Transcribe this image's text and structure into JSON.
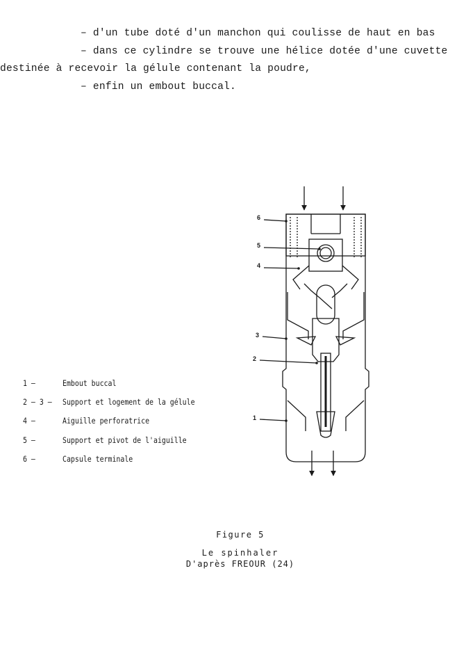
{
  "text": {
    "line1": "– d'un tube doté d'un manchon qui coulisse de haut en bas",
    "line2": "– dans ce cylindre se trouve une hélice dotée d'une cuvette",
    "line3": "destinée à recevoir la gélule contenant la poudre,",
    "line4": "– enfin un embout buccal."
  },
  "legend": [
    {
      "num": "1 –",
      "label": "Embout buccal"
    },
    {
      "num": "2 – 3 –",
      "label": "Support et logement de la gélule"
    },
    {
      "num": "4 –",
      "label": "Aiguille perforatrice"
    },
    {
      "num": "5 –",
      "label": "Support et pivot de l'aiguille"
    },
    {
      "num": "6 –",
      "label": "Capsule terminale"
    }
  ],
  "figure": {
    "labels": [
      "6",
      "5",
      "4",
      "3",
      "2",
      "1"
    ],
    "caption_title": "Figure 5",
    "caption_sub1": "Le spinhaler",
    "caption_sub2": "D'après FREOUR (24)"
  }
}
